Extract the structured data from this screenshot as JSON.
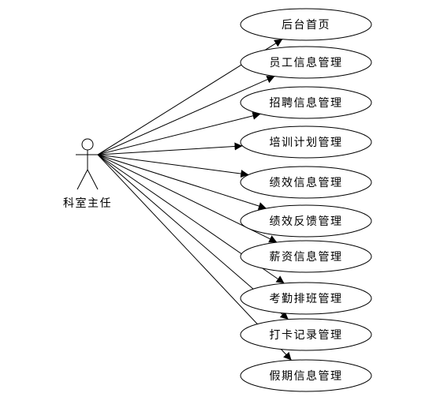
{
  "actor": {
    "name": "科室主任"
  },
  "use_cases": [
    {
      "label": "后台首页"
    },
    {
      "label": "员工信息管理"
    },
    {
      "label": "招聘信息管理"
    },
    {
      "label": "培训计划管理"
    },
    {
      "label": "绩效信息管理"
    },
    {
      "label": "绩效反馈管理"
    },
    {
      "label": "薪资信息管理"
    },
    {
      "label": "考勤排班管理"
    },
    {
      "label": "打卡记录管理"
    },
    {
      "label": "假期信息管理"
    }
  ]
}
